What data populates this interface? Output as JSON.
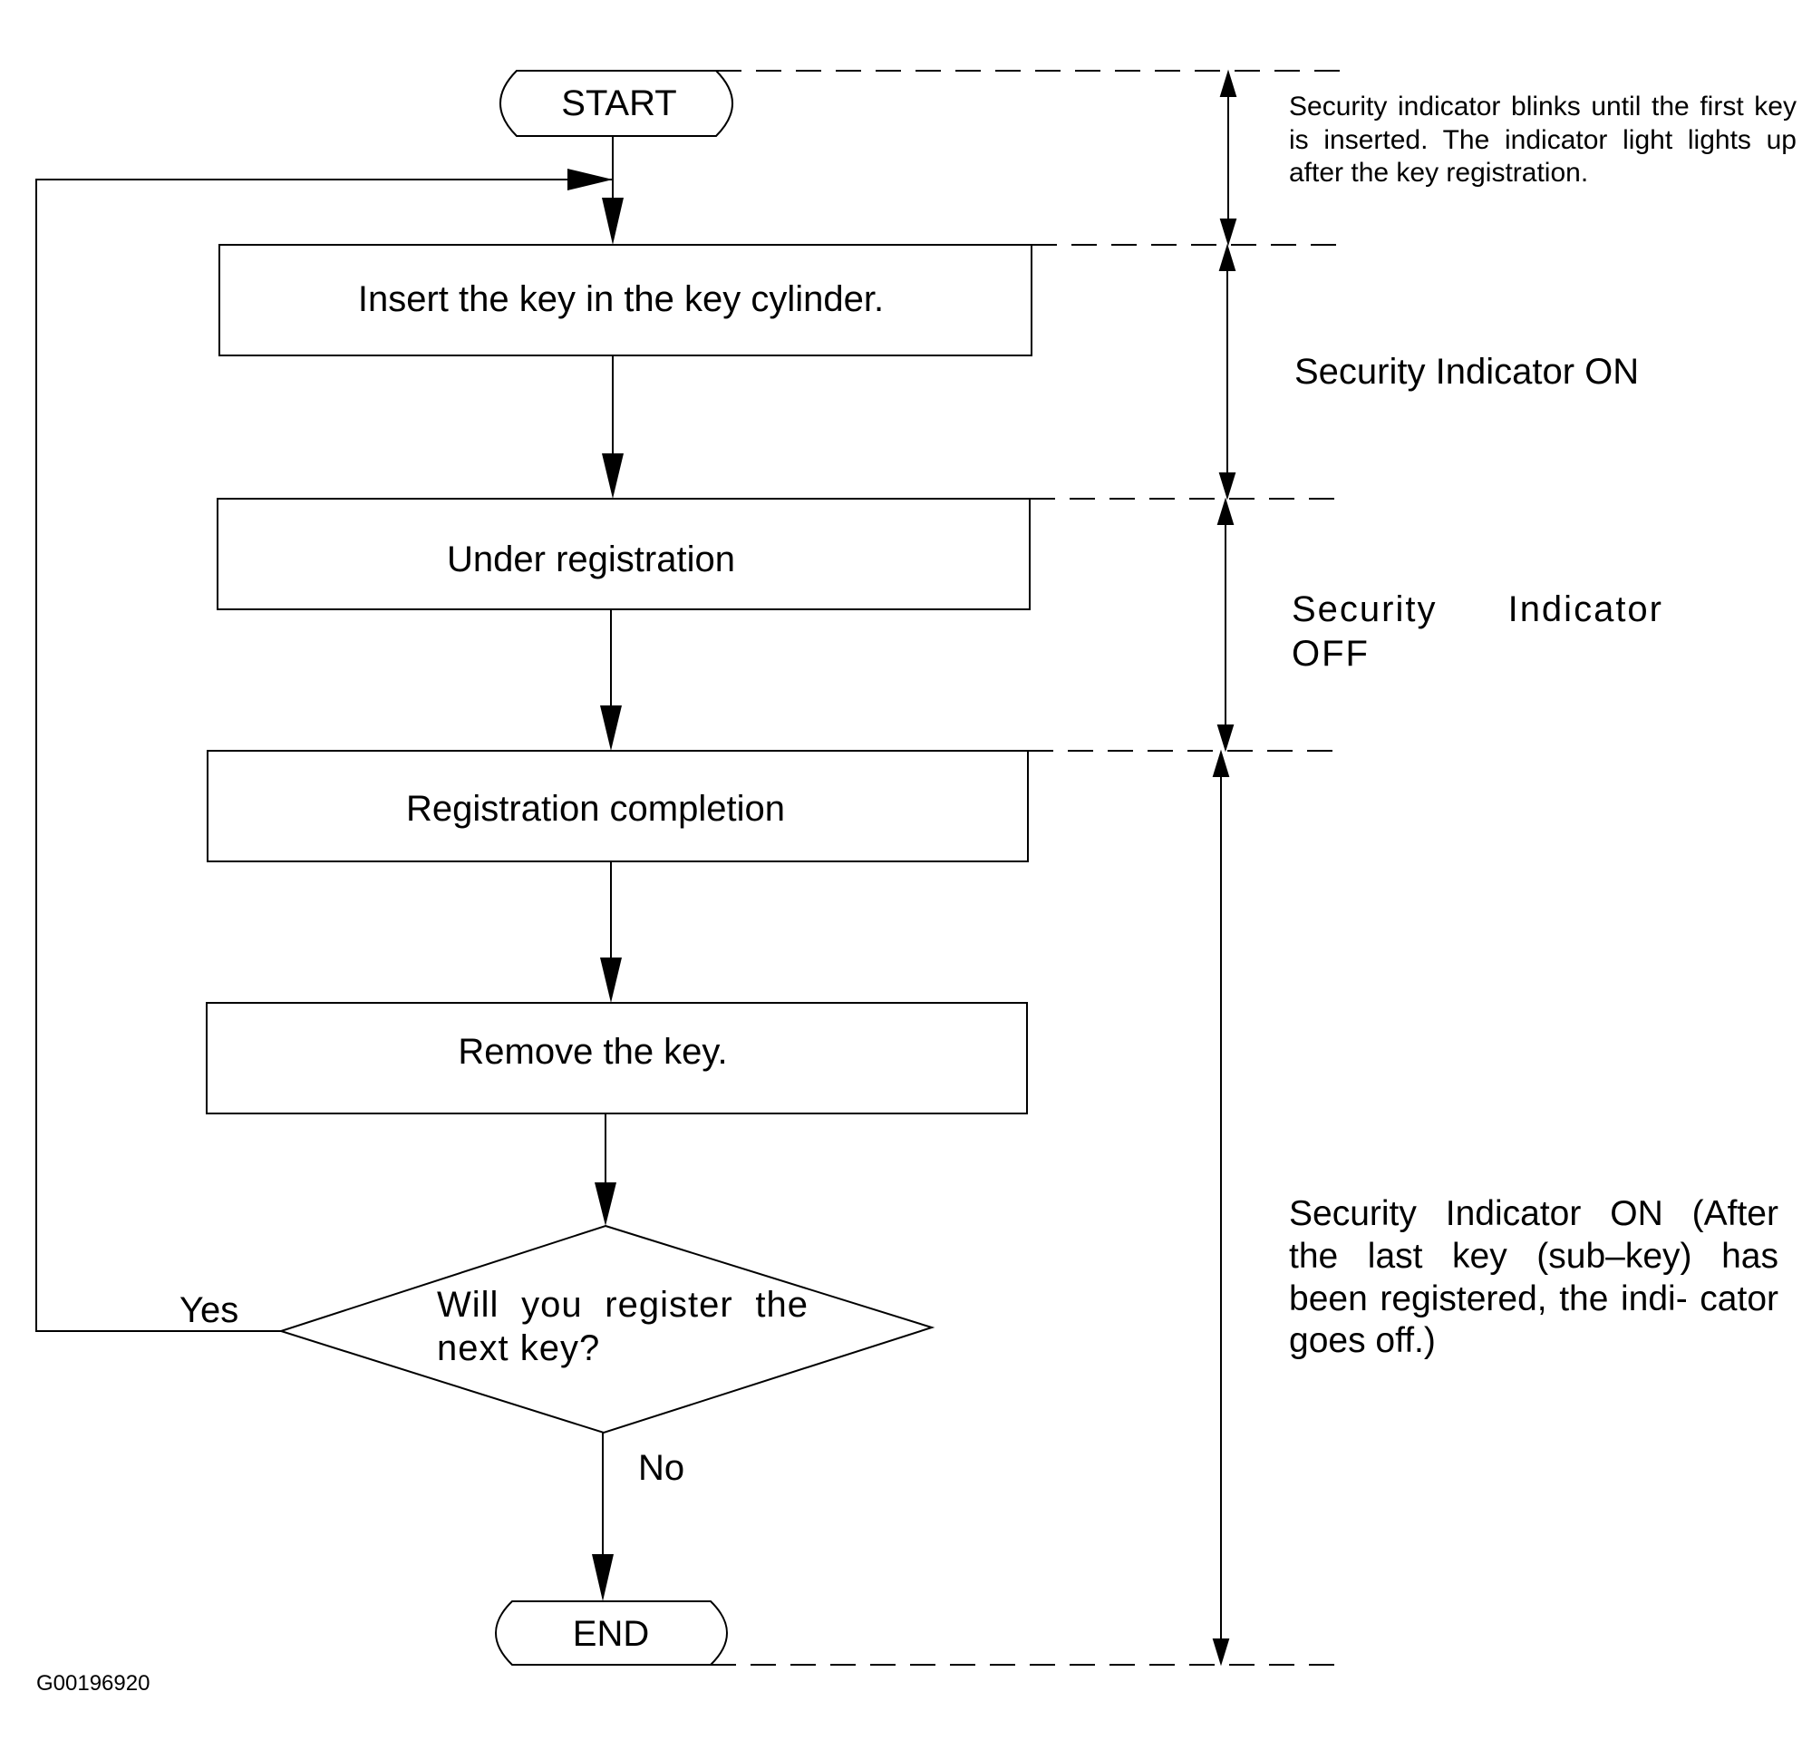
{
  "flowchart": {
    "start_label": "START",
    "end_label": "END",
    "steps": [
      "Insert the key in the key cylinder.",
      "Under registration",
      "Registration completion",
      "Remove the key."
    ],
    "decision": {
      "question": "Will you register the next key?",
      "yes_label": "Yes",
      "no_label": "No"
    }
  },
  "indicator_notes": [
    "Security indicator blinks until the first key is inserted. The indicator light lights up after the key registration.",
    "Security Indicator ON",
    "Security Indicator OFF",
    "Security Indicator ON (After the last key (sub–key) has been registered, the indi- cator goes off.)"
  ],
  "figure_id": "G00196920"
}
